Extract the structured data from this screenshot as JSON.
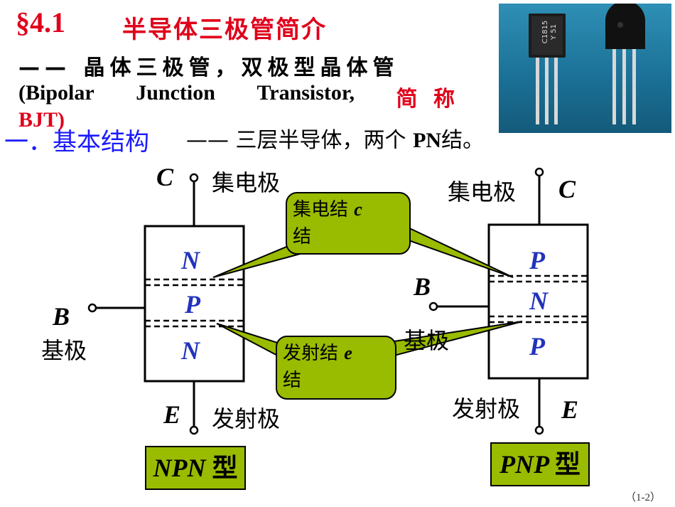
{
  "title": {
    "section": "§4.1",
    "text": "半导体三极管简介"
  },
  "intro": {
    "line1": "—— 晶体三极管，双极型晶体管",
    "line2_en": [
      "(Bipolar",
      "Junction",
      "Transistor,"
    ],
    "line2_cn": "简 称",
    "line3": "BJT)"
  },
  "heading": {
    "label": "一．基本结构",
    "rest_pre": "—— 三层半导体，两个",
    "rest_pn": "PN",
    "rest_post": "结。"
  },
  "photo": {
    "marking": "C1815\nY 51"
  },
  "npn": {
    "collector_letter": "C",
    "collector_label": "集电极",
    "base_letter": "B",
    "base_label": "基极",
    "emitter_letter": "E",
    "emitter_label": "发射极",
    "layers": [
      "N",
      "P",
      "N"
    ],
    "type_label": "NPN",
    "type_suffix": "型"
  },
  "pnp": {
    "collector_letter": "C",
    "collector_label": "集电极",
    "base_letter": "B",
    "base_label": "基极",
    "emitter_letter": "E",
    "emitter_label": "发射极",
    "layers": [
      "P",
      "N",
      "P"
    ],
    "type_label": "PNP",
    "type_suffix": "型"
  },
  "callouts": {
    "collector_junction": {
      "text": "集电结",
      "symbol": "c",
      "suffix": "结"
    },
    "emitter_junction": {
      "text": "发射结",
      "symbol": "e",
      "suffix": "结"
    }
  },
  "colors": {
    "title": "#e0001b",
    "heading": "#1a1aff",
    "callout": "#99bb00",
    "layer": "#2233bb"
  },
  "page_number": "（1-2）"
}
